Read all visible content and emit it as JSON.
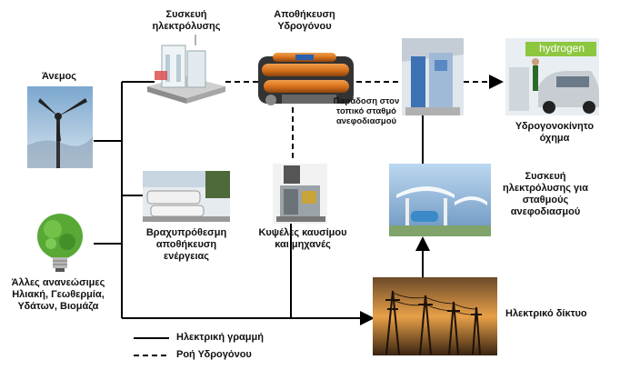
{
  "labels": {
    "wind": "Άνεμος",
    "electrolyzer": [
      "Συσκευή",
      "ηλεκτρόλυσης"
    ],
    "storage": [
      "Αποθήκευση",
      "Υδρογόνου"
    ],
    "delivery": [
      "Παράδοση στον",
      "τοπικό σταθμό",
      "ανεφοδιασμού"
    ],
    "vehicle": [
      "Υδρογονοκίνητο",
      "όχημα"
    ],
    "short_term": [
      "Βραχυπρόθεσμη",
      "αποθήκευση",
      "ενέργειας"
    ],
    "fuel_cells": [
      "Κυψέλες καυσίμου",
      "και μηχανές"
    ],
    "station_electrolyzer": [
      "Συσκευή",
      "ηλεκτρόλυσης για",
      "σταθμούς",
      "ανεφοδιασμού"
    ],
    "other_renewables": [
      "Άλλες ανανεώσιμες",
      "Ηλιακή, Γεωθερμία,",
      "Υδάτων, Βιομάζα"
    ],
    "grid": "Ηλεκτρικό δίκτυο"
  },
  "legend": {
    "solid": "Ηλεκτρική γραμμή",
    "dashed": "Ροή Υδρογόνου"
  },
  "photo_text": {
    "hydrogen_sign": "hydrogen"
  },
  "colors": {
    "line": "#000000",
    "sky": "#9ec4e4",
    "tank": "#d9731c",
    "sign": "#8dc63f",
    "sunset": "#e8a048"
  }
}
